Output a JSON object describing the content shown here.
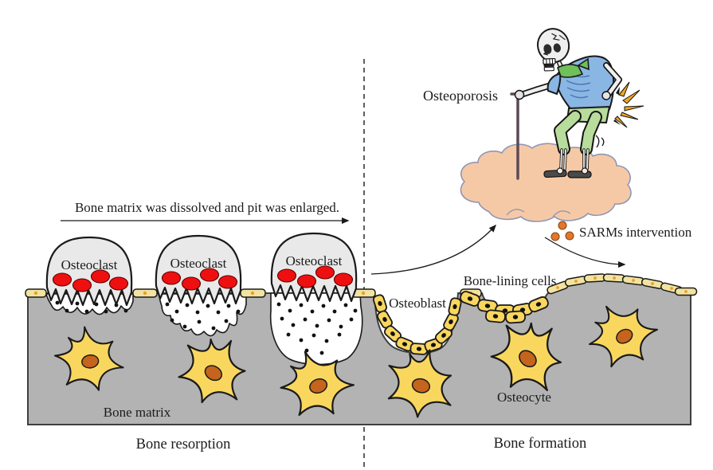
{
  "labels": {
    "top_caption": "Bone matrix was dissolved and pit was enlarged.",
    "osteoclast": "Osteoclast",
    "osteoblast": "Osteoblast",
    "bone_lining_cells": "Bone-lining cells",
    "osteocyte": "Osteocyte",
    "bone_matrix": "Bone matrix",
    "bone_resorption": "Bone resorption",
    "bone_formation": "Bone formation",
    "osteoporosis": "Osteoporosis",
    "sarms_intervention": "SARMs intervention"
  },
  "colors": {
    "bone_matrix": "#b3b3b3",
    "matrix_border": "#3f3f3f",
    "osteoclast_body": "#e9e9e9",
    "nucleus_red": "#ee1010",
    "cell_yellow": "#f9d75e",
    "lining_pale": "#f3e3a0",
    "lining_dot": "#e8a02a",
    "osteocyte_nucleus": "#c4641d",
    "sarms_dot": "#e2762d",
    "cloud_fill": "#f6c9a6",
    "cloud_stroke": "#8f96b5",
    "shirt_blue": "#8ab6e4",
    "shirt_line": "#4878b8",
    "pants_green": "#b8dc9c",
    "scarf_green": "#6fbf5a",
    "skull": "#efefef",
    "cane": "#5c4a56",
    "pain_yellow": "#f0a81f",
    "outline": "#1a1a1a"
  }
}
